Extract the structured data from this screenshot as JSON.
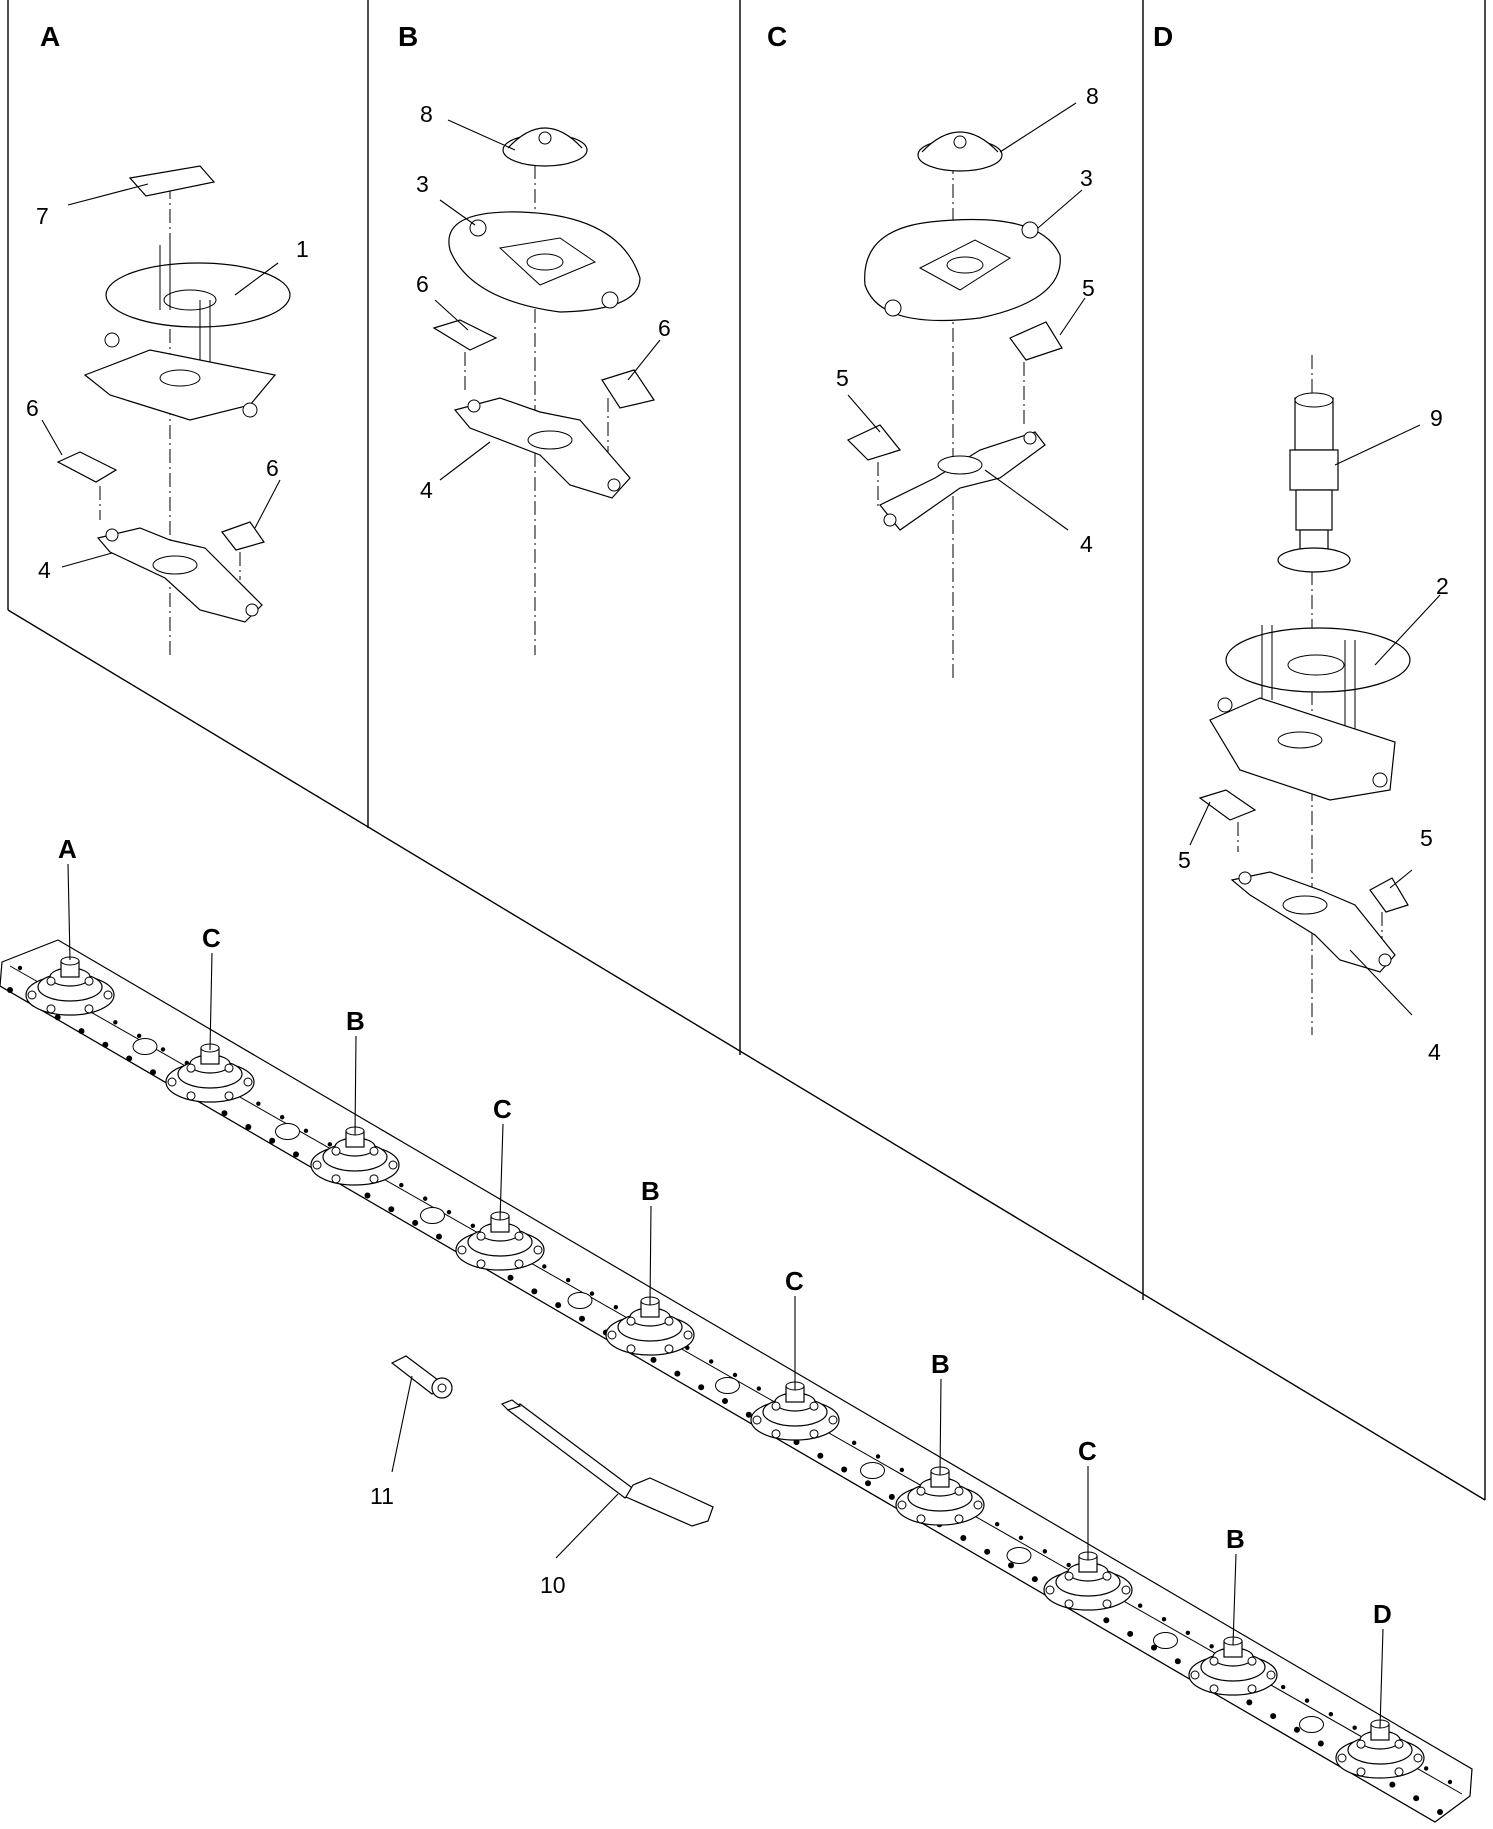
{
  "panels": [
    {
      "id": "A",
      "label": "A"
    },
    {
      "id": "B",
      "label": "B"
    },
    {
      "id": "C",
      "label": "C"
    },
    {
      "id": "D",
      "label": "D"
    }
  ],
  "callouts": {
    "A": [
      "7",
      "1",
      "6",
      "6",
      "4"
    ],
    "B": [
      "8",
      "3",
      "6",
      "6",
      "4"
    ],
    "C": [
      "8",
      "3",
      "5",
      "5",
      "4"
    ],
    "D": [
      "9",
      "2",
      "5",
      "5",
      "4"
    ]
  },
  "bar_labels": [
    "A",
    "C",
    "B",
    "C",
    "B",
    "C",
    "B",
    "C",
    "B",
    "D"
  ],
  "tools": [
    {
      "id": "11",
      "label": "11"
    },
    {
      "id": "10",
      "label": "10"
    }
  ]
}
